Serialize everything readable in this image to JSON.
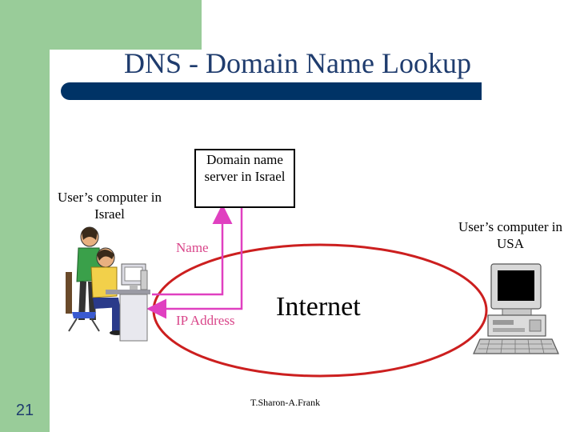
{
  "slide": {
    "title": "DNS - Domain Name Lookup",
    "page_number": "21",
    "credit": "T.Sharon-A.Frank"
  },
  "diagram": {
    "dns_server_label": "Domain name server in Israel",
    "israel_computer_label": "User’s computer in Israel",
    "usa_computer_label": "User’s computer in USA",
    "request_label": "Name",
    "response_label": "IP Address",
    "network_label": "Internet"
  },
  "colors": {
    "accent_green": "#99cc99",
    "title_blue": "#1f3c6e",
    "rule_navy": "#003366",
    "arrow_magenta": "#e040c0",
    "ellipse_red": "#cc1f1f",
    "arrow_label_pink": "#d9468a"
  }
}
